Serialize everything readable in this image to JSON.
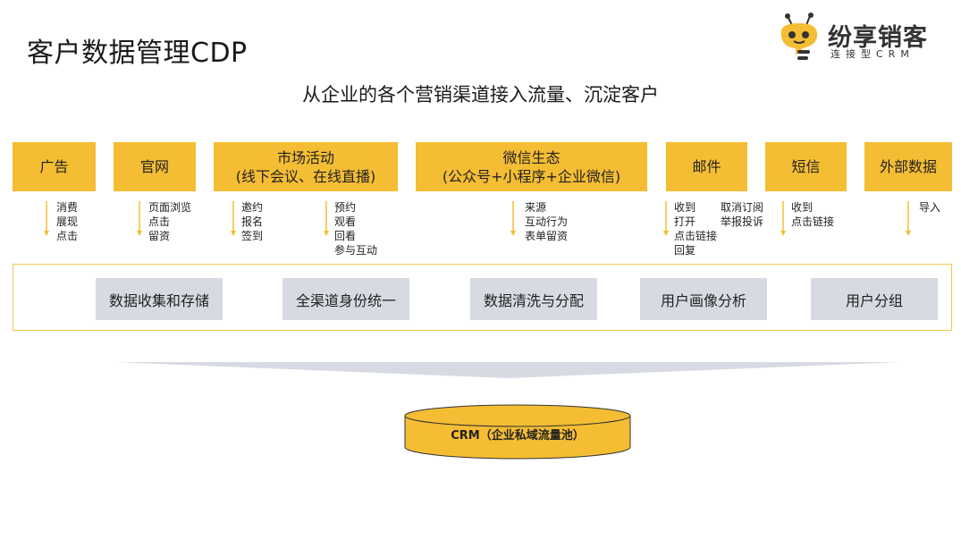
{
  "page": {
    "title": "客户数据管理CDP",
    "subtitle": "从企业的各个营销渠道接入流量、沉淀客户"
  },
  "logo": {
    "name": "纷享销客",
    "tagline": "连接型CRM",
    "icon": "robot-mascot-icon"
  },
  "colors": {
    "channel": "#f4bd33",
    "process": "#d7dae2",
    "border": "#f1c84f",
    "funnel": "#d7dae2",
    "crm": "#f4bd33"
  },
  "channels": [
    {
      "label": "广告"
    },
    {
      "label": "官网"
    },
    {
      "label": "市场活动\n(线下会议、在线直播)"
    },
    {
      "label": "微信生态\n(公众号+小程序+企业微信)"
    },
    {
      "label": "邮件"
    },
    {
      "label": "短信"
    },
    {
      "label": "外部数据"
    }
  ],
  "events": [
    {
      "text": "消费\n展现\n点击"
    },
    {
      "text": "页面浏览\n点击\n留资"
    },
    {
      "text": "邀约\n报名\n签到"
    },
    {
      "text": "预约\n观看\n回看\n参与互动"
    },
    {
      "text": "来源\n互动行为\n表单留资"
    },
    {
      "text": "收到\n打开\n点击链接\n回复"
    },
    {
      "text": "取消订阅\n举报投诉"
    },
    {
      "text": "收到\n点击链接"
    },
    {
      "text": "导入"
    }
  ],
  "processes": [
    {
      "label": "数据收集和存储"
    },
    {
      "label": "全渠道身份统一"
    },
    {
      "label": "数据清洗与分配"
    },
    {
      "label": "用户画像分析"
    },
    {
      "label": "用户分组"
    }
  ],
  "crm": {
    "label": "CRM（企业私域流量池）"
  },
  "chart_data": {
    "type": "table",
    "title": "客户数据管理CDP",
    "subtitle": "从企业的各个营销渠道接入流量、沉淀客户",
    "categories": [
      "广告",
      "官网",
      "市场活动 (线下会议、在线直播)",
      "微信生态 (公众号+小程序+企业微信)",
      "邮件",
      "短信",
      "外部数据"
    ],
    "events": [
      [
        "消费",
        "展现",
        "点击"
      ],
      [
        "页面浏览",
        "点击",
        "留资"
      ],
      [
        "邀约",
        "报名",
        "签到",
        "预约",
        "观看",
        "回看",
        "参与互动"
      ],
      [
        "来源",
        "互动行为",
        "表单留资"
      ],
      [
        "收到",
        "打开",
        "点击链接",
        "回复",
        "取消订阅",
        "举报投诉"
      ],
      [
        "收到",
        "点击链接"
      ],
      [
        "导入"
      ]
    ],
    "processes": [
      "数据收集和存储",
      "全渠道身份统一",
      "数据清洗与分配",
      "用户画像分析",
      "用户分组"
    ],
    "destination": "CRM（企业私域流量池）"
  }
}
